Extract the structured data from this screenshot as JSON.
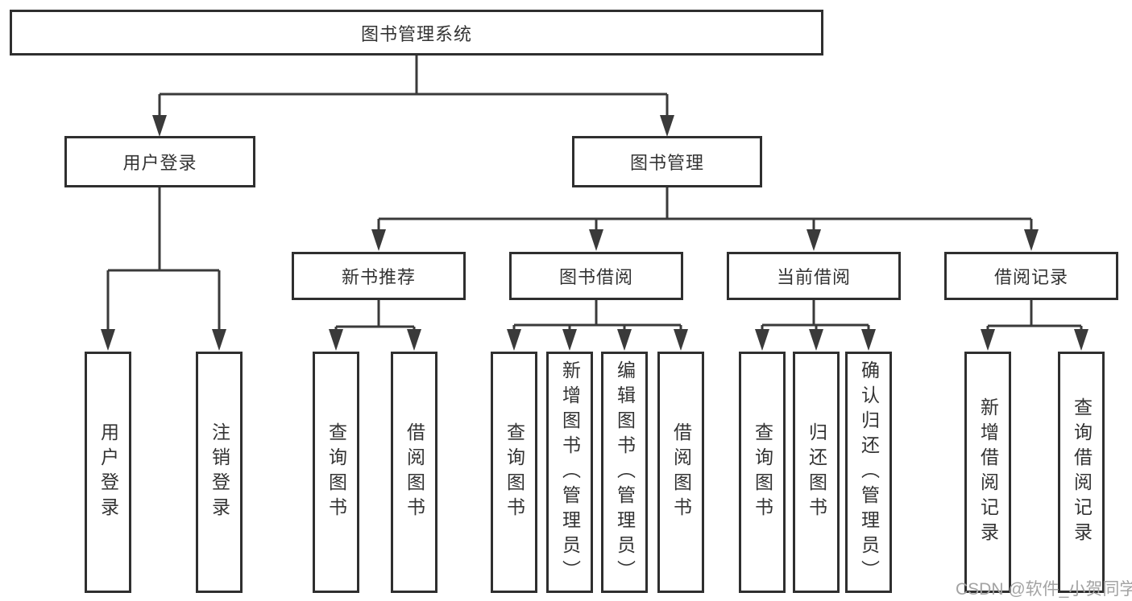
{
  "tree": {
    "root": {
      "label": "图书管理系统"
    },
    "branches": [
      {
        "label": "用户登录",
        "children": [
          {
            "label": "用户登录"
          },
          {
            "label": "注销登录"
          }
        ]
      },
      {
        "label": "图书管理",
        "children": [
          {
            "label": "新书推荐",
            "children": [
              {
                "label": "查询图书"
              },
              {
                "label": "借阅图书"
              }
            ]
          },
          {
            "label": "图书借阅",
            "children": [
              {
                "label": "查询图书"
              },
              {
                "label": "新增图书（管理员）"
              },
              {
                "label": "编辑图书（管理员）"
              },
              {
                "label": "借阅图书"
              }
            ]
          },
          {
            "label": "当前借阅",
            "children": [
              {
                "label": "查询图书"
              },
              {
                "label": "归还图书"
              },
              {
                "label": "确认归还（管理员）"
              }
            ]
          },
          {
            "label": "借阅记录",
            "children": [
              {
                "label": "新增借阅记录"
              },
              {
                "label": "查询借阅记录"
              }
            ]
          }
        ]
      }
    ]
  },
  "watermark": "CSDN @软件_小贺同学",
  "colors": {
    "line": "#3a3a3a",
    "border": "#2f2f2f",
    "text": "#333333",
    "watermark": "#a3a3a3",
    "background": "#ffffff"
  }
}
